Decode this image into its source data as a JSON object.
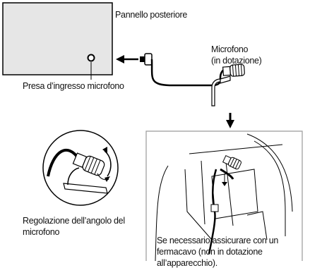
{
  "labels": {
    "rear_panel": "Pannello posteriore",
    "mic_line1": "Microfono",
    "mic_line2": "(in dotazione)",
    "mic_jack": "Presa d’ingresso microfono",
    "angle_line1": "Regolazione dell’angolo del",
    "angle_line2": "microfono",
    "clamp_line1": "Se necessario assicurare con un",
    "clamp_line2": "fermacavo (non in dotazione",
    "clamp_line3": "all’apparecchio)."
  },
  "colors": {
    "panel_fill": "#e6e6e6",
    "stroke": "#000000",
    "box_border": "#9a9a9a"
  }
}
